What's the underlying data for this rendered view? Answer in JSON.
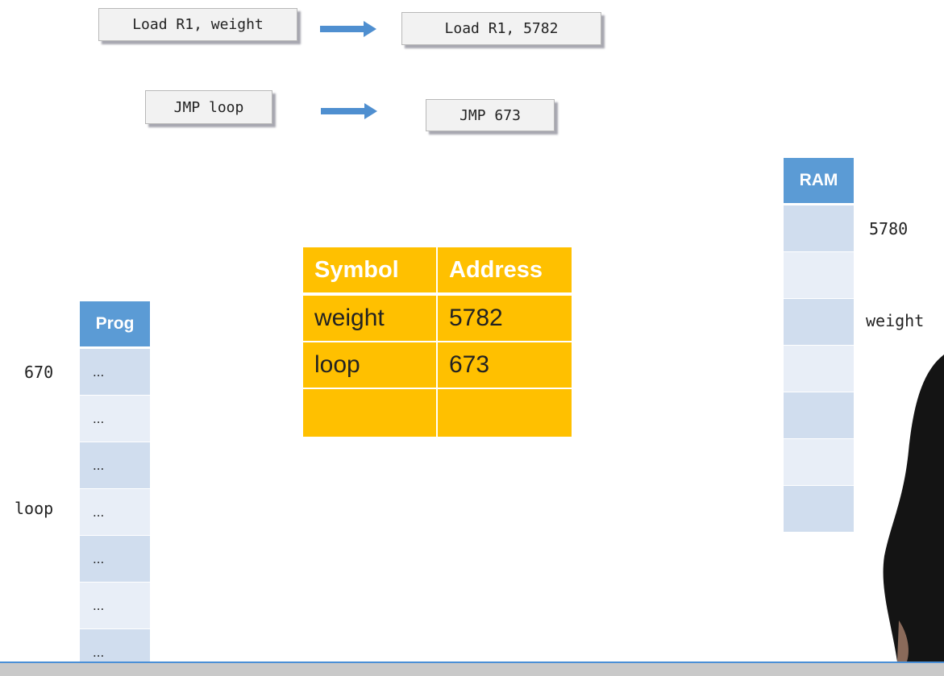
{
  "translations": [
    {
      "source": "Load R1, weight",
      "target": "Load R1, 5782"
    },
    {
      "source": "JMP loop",
      "target": "JMP 673"
    }
  ],
  "symbol_table": {
    "headers": [
      "Symbol",
      "Address"
    ],
    "rows": [
      [
        "weight",
        "5782"
      ],
      [
        "loop",
        "673"
      ],
      [
        "",
        ""
      ]
    ]
  },
  "prog": {
    "header": "Prog",
    "cells": [
      "...",
      "...",
      "...",
      "...",
      "...",
      "...",
      "..."
    ],
    "side_labels": {
      "first": "670",
      "loop": "loop"
    }
  },
  "ram": {
    "header": "RAM",
    "cell_count": 7,
    "side_labels": {
      "first": "5780",
      "weight": "weight"
    }
  },
  "colors": {
    "header_blue": "#5b9bd5",
    "cell_dark": "#d0ddee",
    "cell_light": "#e8eef7",
    "table_orange": "#ffc000",
    "arrow_blue": "#4f8fd0"
  }
}
